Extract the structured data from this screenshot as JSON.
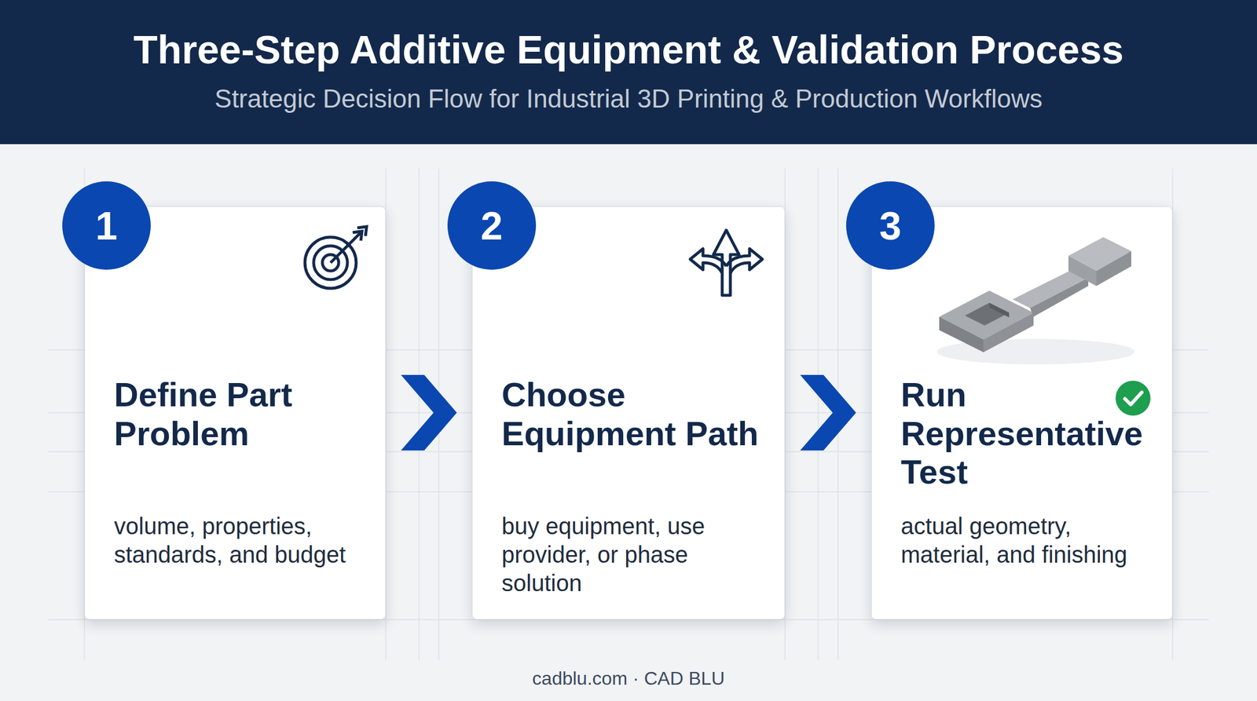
{
  "diagram": {
    "title": "Three-Step Additive Equipment & Validation Process",
    "nodes": [
      {
        "text": [
          "1"
        ]
      },
      {
        "text": [
          "Define Part Problem",
          "volume, properties, standards, and budget"
        ]
      },
      {
        "text": [
          "2"
        ]
      },
      {
        "text": [
          "Choose Equipment Path",
          "buy equipment, use provider, or phase solution"
        ]
      },
      {
        "text": [
          "3"
        ]
      },
      {
        "text": [
          "Run Representative Test",
          "actual geometry, material, and finishing"
        ]
      }
    ],
    "edges": [
      {
        "from": 1,
        "to": 3,
        "arrow": "to"
      },
      {
        "from": 3,
        "to": 5,
        "arrow": "to"
      }
    ],
    "labels": [
      "Strategic Decision Flow for Industrial 3D Printing & Production Workflows",
      "cadblu.com · CAD BLU"
    ]
  }
}
